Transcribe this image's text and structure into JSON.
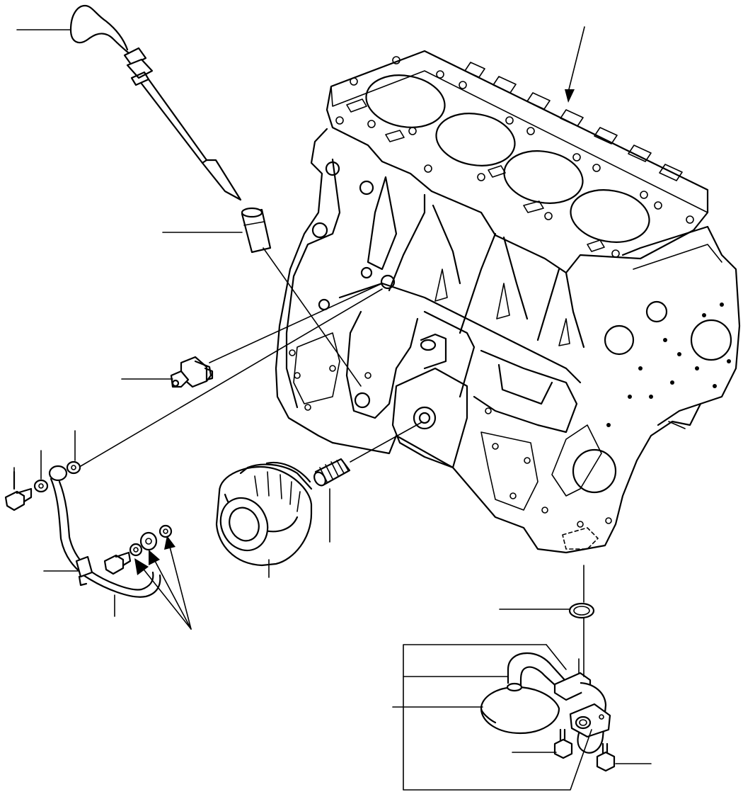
{
  "diagram": {
    "kind": "exploded parts view",
    "ink_color": "#000000",
    "background_color": "#ffffff",
    "callouts_labeled": false,
    "parts": [
      "dipstick",
      "dipstick-guide-tube",
      "oil-pressure-switch",
      "oil-pipe",
      "oil-pipe-bolt",
      "oil-pipe-washer",
      "oil-pipe-clamp",
      "oil-filter",
      "oil-filter-stud",
      "cylinder-block",
      "o-ring",
      "oil-strainer",
      "strainer-bolt"
    ]
  }
}
